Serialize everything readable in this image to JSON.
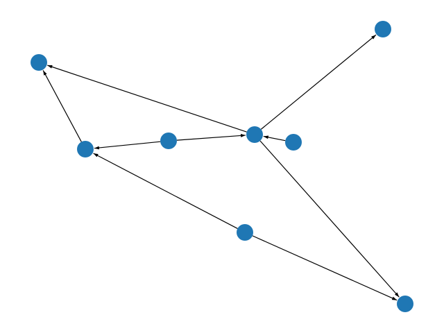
{
  "diagram": {
    "type": "directed-graph",
    "node_color": "#1f77b4",
    "edge_color": "#000000",
    "background": "#ffffff",
    "nodes": [
      "n0",
      "n1",
      "n2",
      "n3",
      "n4",
      "n5",
      "n6",
      "n7"
    ],
    "edges": [
      [
        "n4",
        "n0"
      ],
      [
        "n4",
        "n1"
      ],
      [
        "n2",
        "n1"
      ],
      [
        "n3",
        "n2"
      ],
      [
        "n3",
        "n4"
      ],
      [
        "n5",
        "n4"
      ],
      [
        "n4",
        "n7"
      ],
      [
        "n6",
        "n2"
      ],
      [
        "n6",
        "n7"
      ]
    ]
  }
}
